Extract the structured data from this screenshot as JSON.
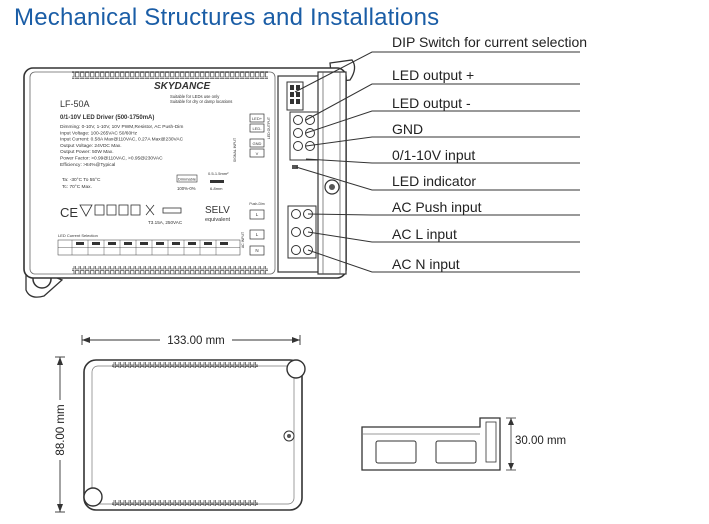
{
  "title": "Mechanical Structures and Installations",
  "callouts": [
    "DIP Switch for current selection",
    "LED output +",
    "LED output -",
    "GND",
    "0/1-10V input",
    "LED indicator",
    "AC Push input",
    "AC L input",
    "AC N input"
  ],
  "label": {
    "brand": "SKYDANCE",
    "brand_note_1": "Suitable for LEDs use only",
    "brand_note_2": "Suitable for dry or damp locations",
    "model": "LF-50A",
    "product": "0/1-10V LED Driver (500-1750mA)",
    "specs": [
      "Dimming: 0-10V, 1-10V, 10V PWM,Resistor, AC Push-Dim",
      "Input Voltage: 100-265VAC 50/60Hz",
      "Input Current: 0.58A Max@110VAC, 0.27A Max@230VAC",
      "Output Voltage: 24VDC Max.",
      "Output Power: 50W Max.",
      "Power Factor: >0.99@110VAC, >0.95@230VAC",
      "Efficiency: >84%@Typical"
    ],
    "ta": "Ta: -30°C To 55°C",
    "tc": "Tc: 70°C Max.",
    "dimmable": "Dimmable",
    "dim_range": "100%-0%",
    "ctrl_range": "0.5-1.5mm²",
    "strip_len": "6-8mm",
    "fuse": "T3.15A, 250VAC",
    "selv": "SELV",
    "selv_sub": "equivalent",
    "ce": "CE",
    "current_selection": "LED Current Selection",
    "terminals": {
      "led_plus": "LED+",
      "led_minus": "LED-",
      "gnd": "GND",
      "ctrl": "V",
      "push": "Push-Dim",
      "l": "L",
      "n": "N",
      "led_output": "LED OUTPUT",
      "signal_input": "SIGNAL INPUT",
      "ac_input": "AC INPUT"
    }
  },
  "dimensions": {
    "length": "133.00 mm",
    "width": "88.00 mm",
    "height": "30.00 mm"
  }
}
